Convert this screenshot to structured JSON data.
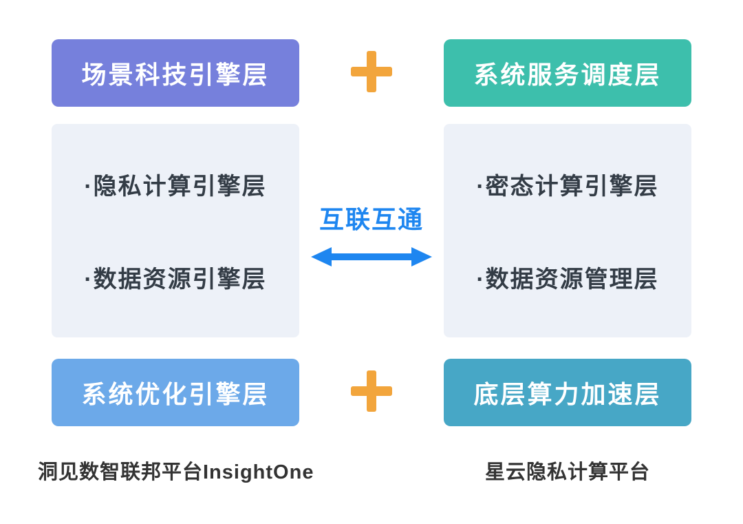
{
  "left_column": {
    "top_header": "场景科技引擎层",
    "middle_items": [
      "·隐私计算引擎层",
      "·数据资源引擎层"
    ],
    "bottom_header": "系统优化引擎层",
    "caption": "洞见数智联邦平台InsightOne"
  },
  "right_column": {
    "top_header": "系统服务调度层",
    "middle_items": [
      "·密态计算引擎层",
      "·数据资源管理层"
    ],
    "bottom_header": "底层算力加速层",
    "caption": "星云隐私计算平台"
  },
  "center": {
    "interconnect_label": "互联互通",
    "top_connector_icon": "plus-icon",
    "bottom_connector_icon": "plus-icon",
    "arrow_icon": "double-headed-arrow-icon"
  },
  "colors": {
    "top_left_header_bg": "#7680DC",
    "top_right_header_bg": "#3DBFAC",
    "bottom_left_header_bg": "#6CA9E9",
    "bottom_right_header_bg": "#47A7C6",
    "middle_box_bg": "#EDF1F8",
    "header_text": "#FFFFFF",
    "body_text": "#333C46",
    "caption_text": "#333333",
    "plus_color": "#F2A53C",
    "arrow_color": "#1E86F0"
  }
}
